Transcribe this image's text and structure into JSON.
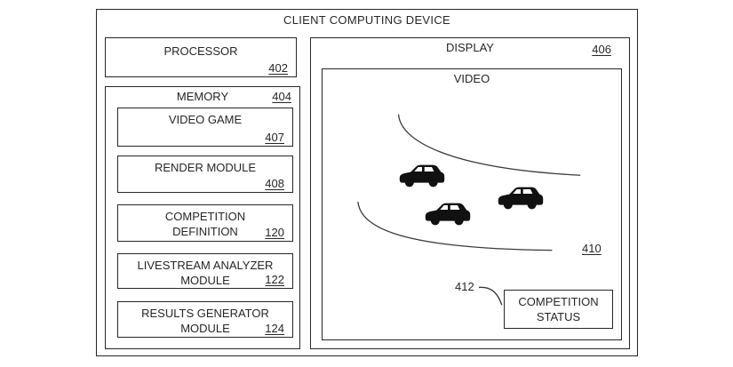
{
  "device": {
    "title": "CLIENT COMPUTING DEVICE"
  },
  "processor": {
    "label": "PROCESSOR",
    "ref": "402"
  },
  "memory": {
    "label": "MEMORY",
    "ref": "404",
    "modules": [
      {
        "line1": "VIDEO GAME",
        "line2": "",
        "ref": "407"
      },
      {
        "line1": "RENDER MODULE",
        "line2": "",
        "ref": "408"
      },
      {
        "line1": "COMPETITION",
        "line2": "DEFINITION",
        "ref": "120"
      },
      {
        "line1": "LIVESTREAM ANALYZER",
        "line2": "MODULE",
        "ref": "122"
      },
      {
        "line1": "RESULTS GENERATOR",
        "line2": "MODULE",
        "ref": "124"
      }
    ]
  },
  "display": {
    "label": "DISPLAY",
    "ref": "406",
    "video": {
      "label": "VIDEO",
      "road_ref": "410",
      "status_ref": "412",
      "status": {
        "line1": "COMPETITION",
        "line2": "STATUS"
      }
    }
  },
  "colors": {
    "ink": "#262626",
    "background": "#ffffff"
  }
}
